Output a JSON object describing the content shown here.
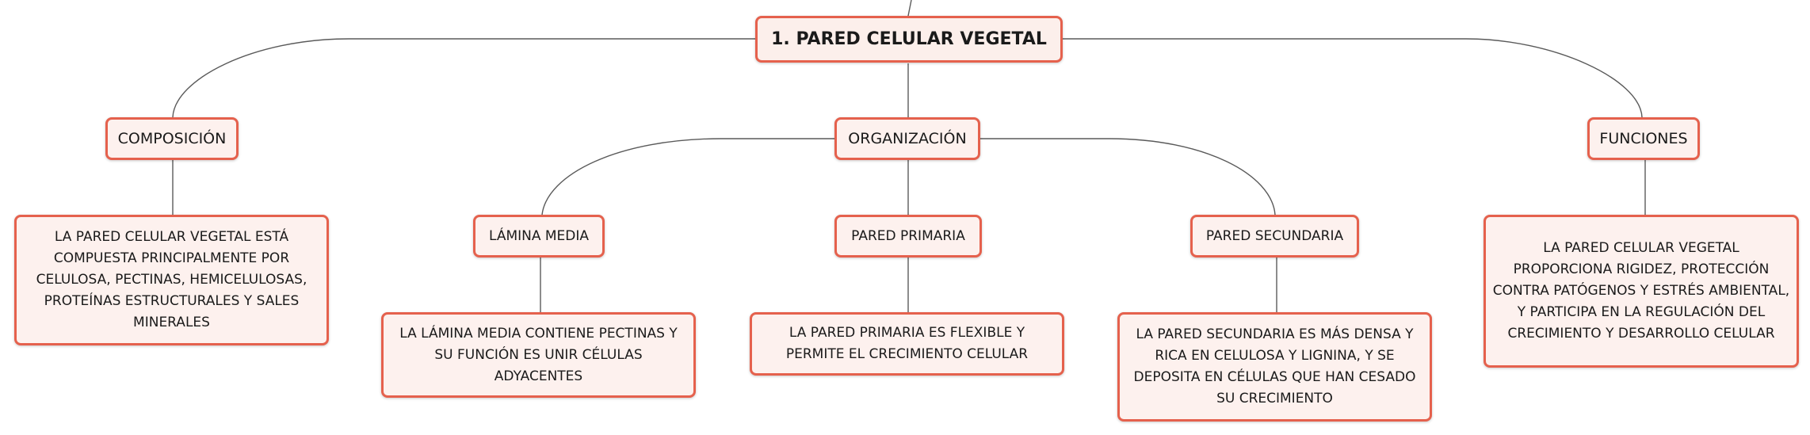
{
  "title": "1. PARED CELULAR VEGETAL",
  "branches": {
    "composicion": {
      "label": "COMPOSICIÓN",
      "text": "LA PARED CELULAR VEGETAL ESTÁ COMPUESTA PRINCIPALMENTE POR CELULOSA, PECTINAS, HEMICELULOSAS, PROTEÍNAS ESTRUCTURALES Y SALES MINERALES"
    },
    "organizacion": {
      "label": "ORGANIZACIÓN",
      "children": {
        "lamina_media": {
          "label": "LÁMINA MEDIA",
          "text": "LA LÁMINA MEDIA CONTIENE PECTINAS Y SU FUNCIÓN ES UNIR CÉLULAS ADYACENTES"
        },
        "pared_primaria": {
          "label": "PARED PRIMARIA",
          "text": "LA PARED PRIMARIA ES FLEXIBLE Y PERMITE EL CRECIMIENTO CELULAR"
        },
        "pared_secundaria": {
          "label": "PARED SECUNDARIA",
          "text": "LA PARED SECUNDARIA ES MÁS DENSA Y RICA EN CELULOSA Y LIGNINA, Y SE DEPOSITA EN CÉLULAS QUE HAN CESADO SU CRECIMIENTO"
        }
      }
    },
    "funciones": {
      "label": "FUNCIONES",
      "text": "LA PARED CELULAR VEGETAL PROPORCIONA RIGIDEZ, PROTECCIÓN CONTRA PATÓGENOS Y ESTRÉS AMBIENTAL, Y PARTICIPA EN LA REGULACIÓN DEL CRECIMIENTO Y DESARROLLO CELULAR"
    }
  },
  "colors": {
    "node_border": "#e5614d",
    "node_fill": "#fdf1ee",
    "connector": "#5a5a5a"
  }
}
